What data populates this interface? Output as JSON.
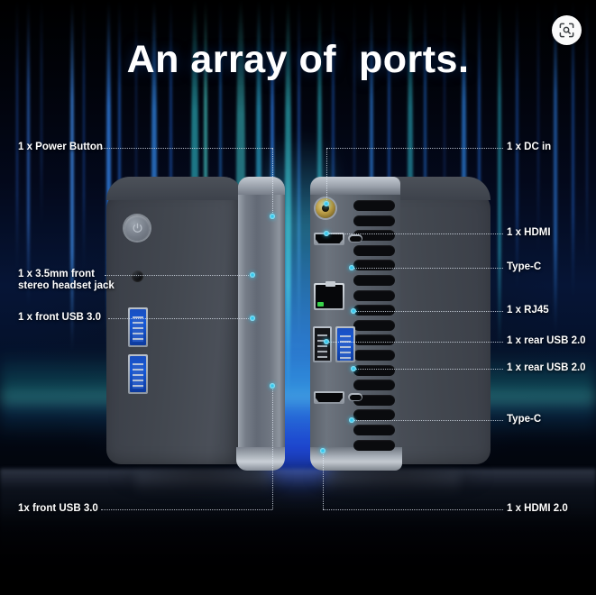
{
  "title": "An array of  ports.",
  "lens_button": {
    "icon": "visual-search-lens-icon",
    "label": ""
  },
  "colors": {
    "accent_dot": "#2ec7ee",
    "label_text": "#ffffff",
    "background_deep": "#000000",
    "background_blue": "#0b2a6b",
    "glow_cyan": "#50dcd2",
    "usb3_blue": "#1558d8",
    "dc_jack_gold": "#b99c45",
    "rj45_led_green": "#38d14a"
  },
  "callouts": {
    "left": [
      {
        "id": "power-button",
        "text": "1 x Power Button"
      },
      {
        "id": "headset-jack",
        "text": "1 x 3.5mm front\nstereo headset jack"
      },
      {
        "id": "front-usb3-1",
        "text": "1 x front USB 3.0"
      },
      {
        "id": "front-usb3-2",
        "text": "1x front USB 3.0"
      }
    ],
    "right": [
      {
        "id": "dc-in",
        "text": "1 x DC in"
      },
      {
        "id": "hdmi",
        "text": "1 x HDMI"
      },
      {
        "id": "type-c-top",
        "text": "Type-C"
      },
      {
        "id": "rj45",
        "text": "1 x RJ45"
      },
      {
        "id": "rear-usb2-1",
        "text": "1 x rear USB 2.0"
      },
      {
        "id": "rear-usb2-2",
        "text": "1 x rear USB 2.0"
      },
      {
        "id": "type-c-bottom",
        "text": "Type-C"
      },
      {
        "id": "hdmi-20",
        "text": "1 x HDMI 2.0"
      }
    ]
  },
  "devices": {
    "front": {
      "name": "mini-pc-front-view",
      "ports": [
        "power-button",
        "3.5mm-headset-jack",
        "usb-3.0",
        "usb-3.0"
      ]
    },
    "rear": {
      "name": "mini-pc-rear-view",
      "ports": [
        "dc-in",
        "hdmi",
        "type-c",
        "rj45",
        "usb-2.0",
        "usb-3.0",
        "hdmi-2.0",
        "type-c"
      ]
    }
  }
}
